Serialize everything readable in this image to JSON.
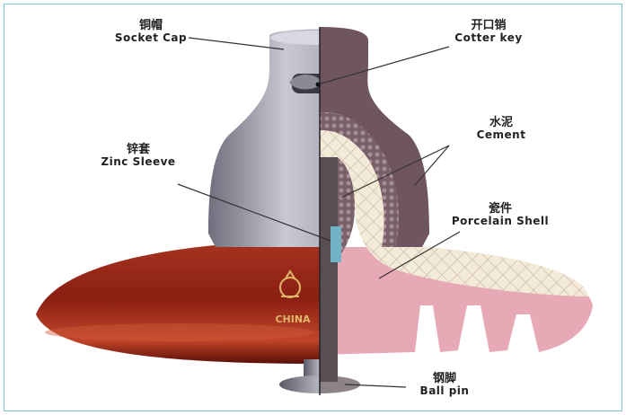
{
  "labels": {
    "socket_cap": {
      "cn": "铜帽",
      "en": "Socket Cap"
    },
    "cotter_key": {
      "cn": "开口销",
      "en": "Cotter key"
    },
    "cement": {
      "cn": "水泥",
      "en": "Cement"
    },
    "zinc_sleeve": {
      "cn": "锌套",
      "en": "Zinc Sleeve"
    },
    "porcelain_shell": {
      "cn": "瓷件",
      "en": "Porcelain Shell"
    },
    "ball_pin": {
      "cn": "钢脚",
      "en": "Ball pin"
    }
  },
  "logo_text": "CHINA",
  "colors": {
    "border": "#7fc6d8",
    "cap_metal": "#a8a8b6",
    "cap_section": "#6e5560",
    "glaze": "#8a1f12",
    "porcelain": "#f3ead8",
    "porcelain_pink": "#e7a9b5",
    "cement_dots": "#55474c"
  }
}
